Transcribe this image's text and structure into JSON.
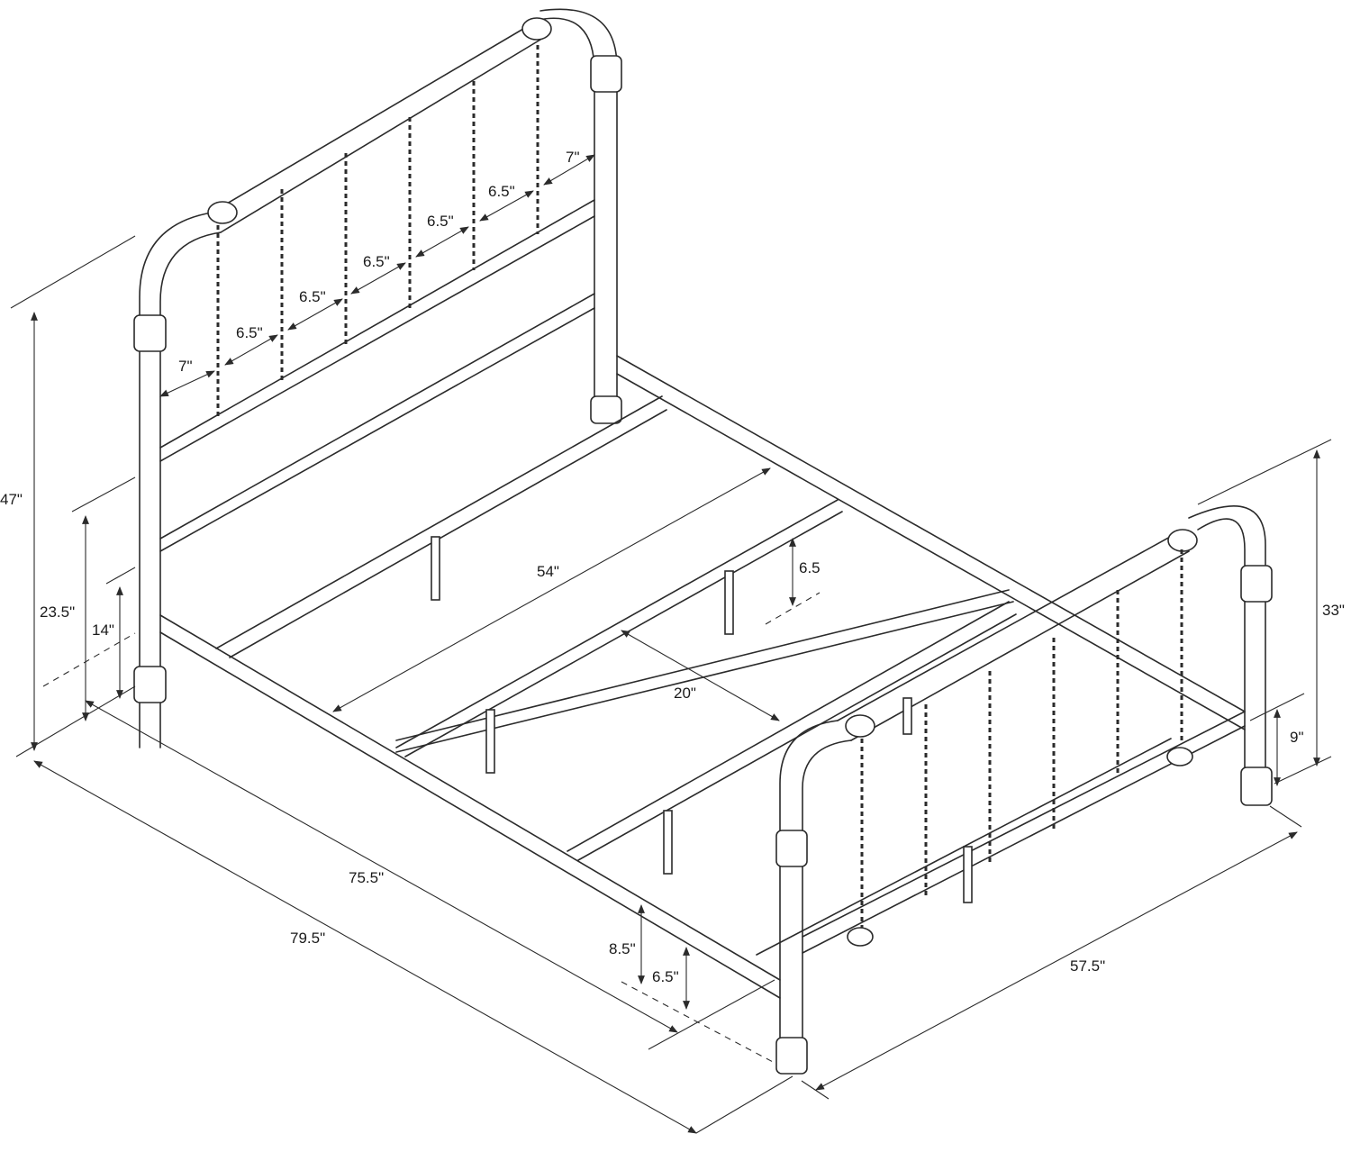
{
  "diagram": {
    "stroke_color": "#2b2b2b",
    "background": "#ffffff",
    "dimensions": {
      "headboard_height": "47\"",
      "footboard_height": "33\"",
      "side_rail_top_height": "23.5\"",
      "side_rail_bottom_height": "14\"",
      "spindle_spacing_left_end": "7\"",
      "spindle_spacing_1": "6.5\"",
      "spindle_spacing_2": "6.5\"",
      "spindle_spacing_3": "6.5\"",
      "spindle_spacing_4": "6.5\"",
      "spindle_spacing_5": "6.5\"",
      "spindle_spacing_right_end": "7\"",
      "interior_length": "54\"",
      "leg_height_center": "6.5",
      "slat_spacing": "20\"",
      "footboard_rail_height": "9\"",
      "rail_length": "75.5\"",
      "overall_length": "79.5\"",
      "overall_width": "57.5\"",
      "rail_clearance": "8.5\"",
      "leg_clearance": "6.5\""
    }
  }
}
